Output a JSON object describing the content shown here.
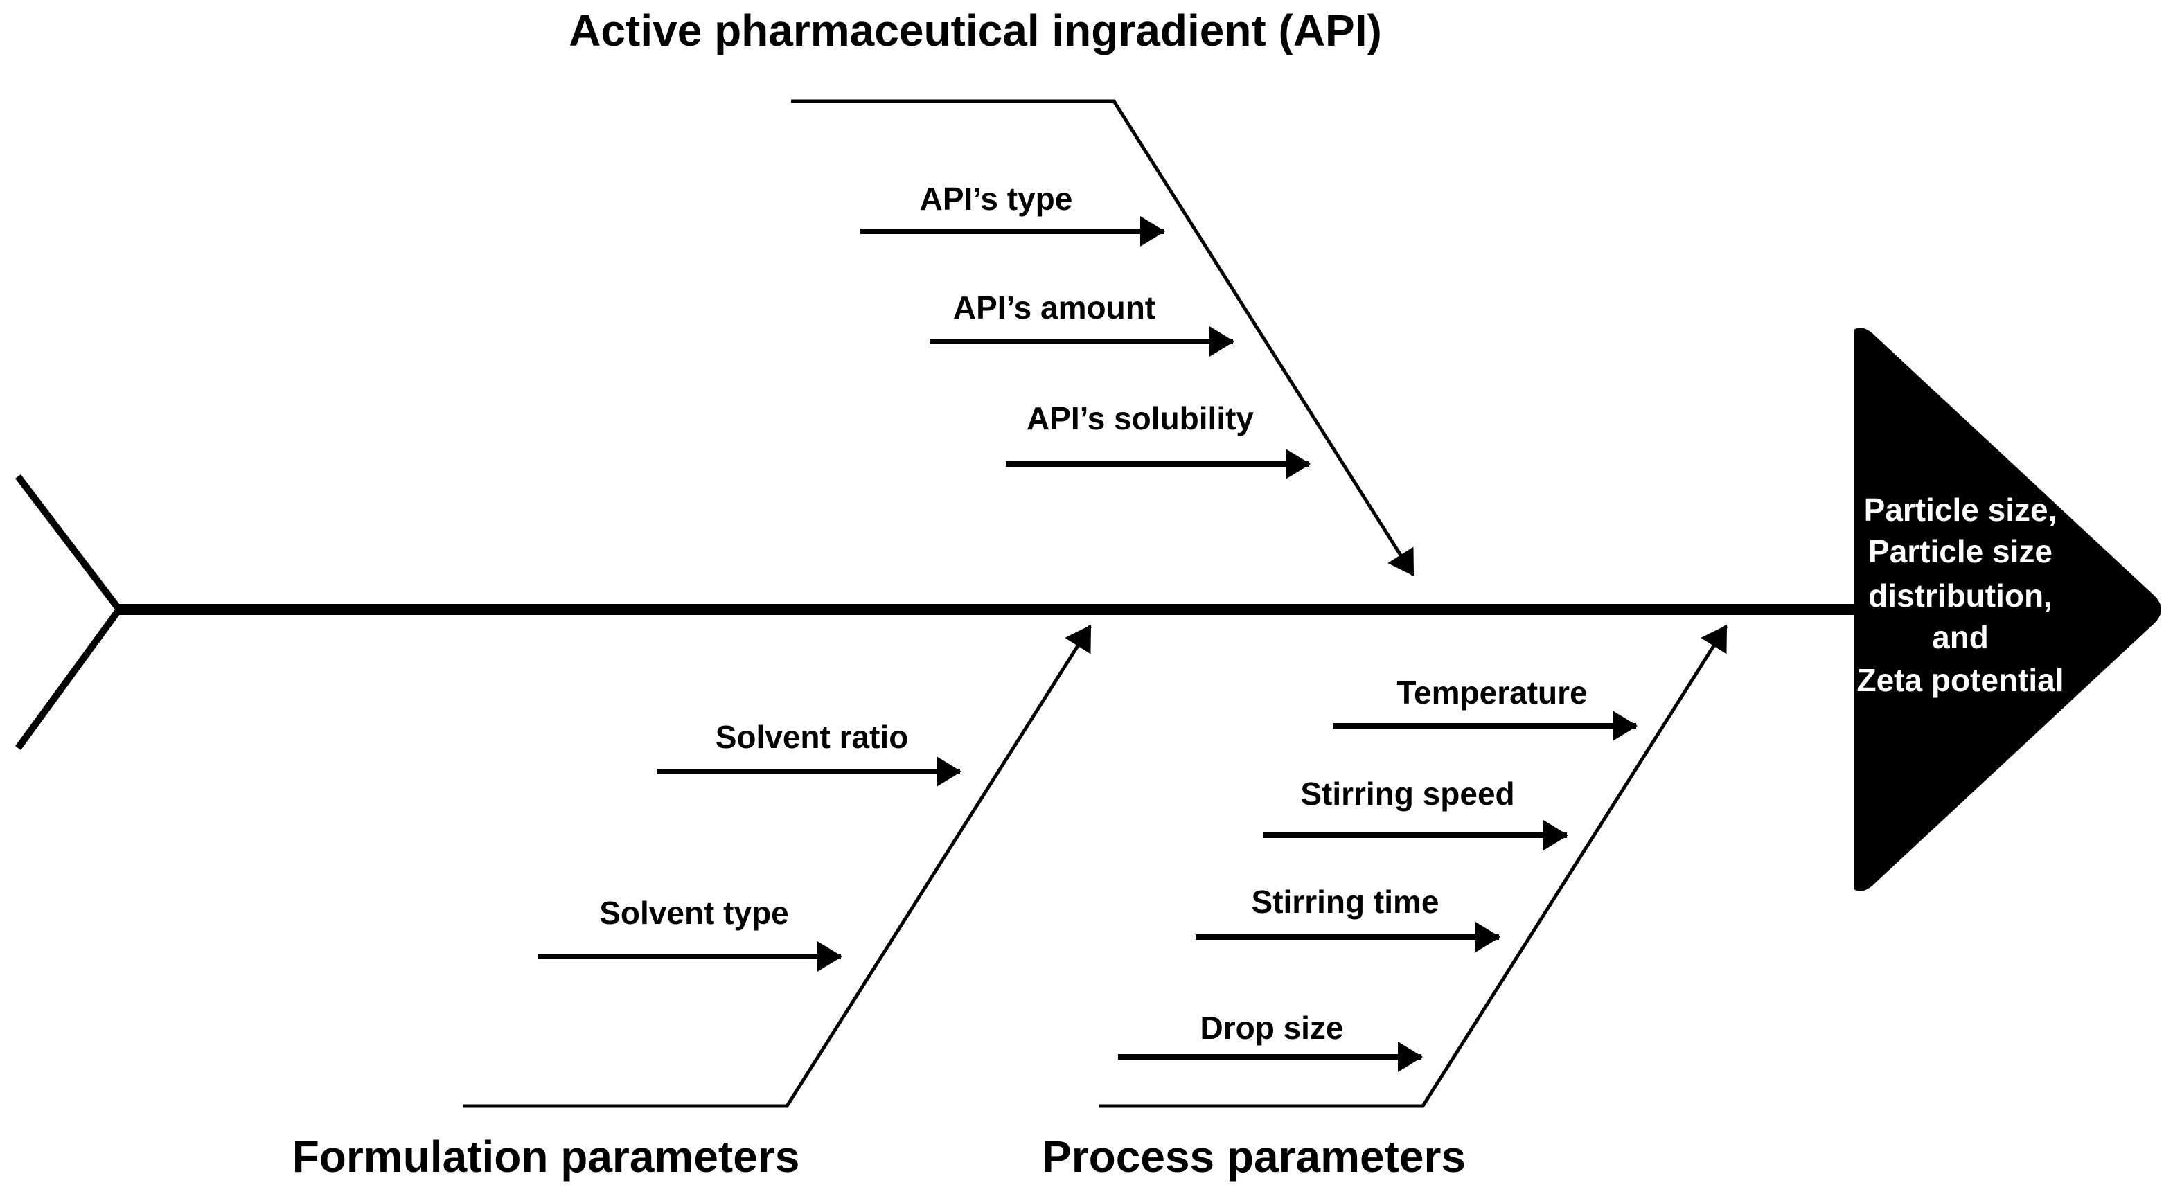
{
  "colors": {
    "ink": "#000000",
    "background": "#ffffff",
    "effect_text": "#ffffff"
  },
  "effect": {
    "lines": [
      "Particle size,",
      "Particle size",
      "distribution,",
      "and",
      "Zeta potential"
    ]
  },
  "categories": {
    "api": {
      "title": "Active pharmaceutical ingradient (API)",
      "causes": [
        "API’s type",
        "API’s amount",
        "API’s solubility"
      ]
    },
    "formulation": {
      "title": "Formulation parameters",
      "causes": [
        "Solvent ratio",
        "Solvent type"
      ]
    },
    "process": {
      "title": "Process parameters",
      "causes": [
        "Temperature",
        "Stirring speed",
        "Stirring time",
        "Drop size"
      ]
    }
  }
}
